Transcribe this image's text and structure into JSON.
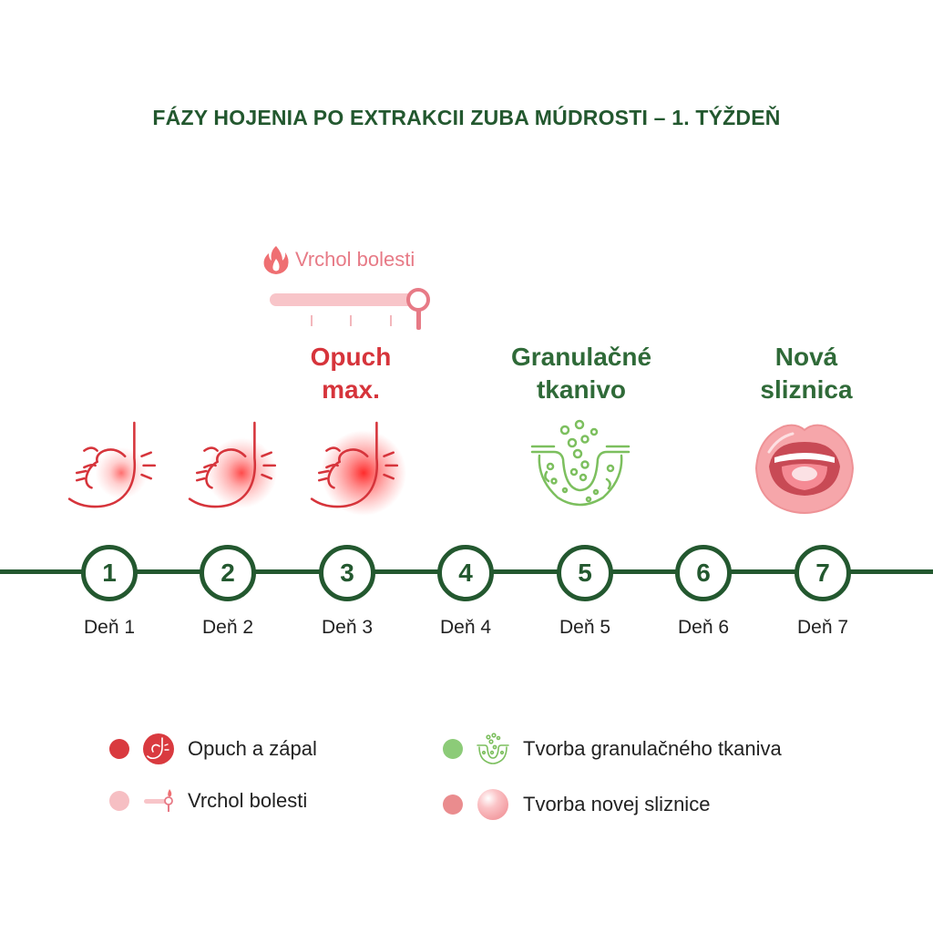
{
  "title": "FÁZY HOJENIA PO EXTRAKCII ZUBA MÚDROSTI – 1. TÝŽDEŇ",
  "pain_peak": {
    "label": "Vrchol bolesti"
  },
  "phases": {
    "swelling": {
      "line1": "Opuch",
      "line2": "max."
    },
    "granulation": {
      "line1": "Granulačné",
      "line2": "tkanivo"
    },
    "mucosa": {
      "line1": "Nová",
      "line2": "sliznica"
    }
  },
  "days": [
    {
      "number": "1",
      "label": "Deň 1"
    },
    {
      "number": "2",
      "label": "Deň 2"
    },
    {
      "number": "3",
      "label": "Deň 3"
    },
    {
      "number": "4",
      "label": "Deň 4"
    },
    {
      "number": "5",
      "label": "Deň 5"
    },
    {
      "number": "6",
      "label": "Deň 6"
    },
    {
      "number": "7",
      "label": "Deň 7"
    }
  ],
  "legend": [
    {
      "label": "Opuch a zápal",
      "color": "#d93a3f",
      "icon": "swollen-cheek-icon"
    },
    {
      "label": "Tvorba granulačného tkaniva",
      "color": "#8ccb78",
      "icon": "granulation-tissue-icon"
    },
    {
      "label": "Vrchol bolesti",
      "color": "#f6bfc3",
      "icon": "thermometer-icon"
    },
    {
      "label": "Tvorba novej sliznice",
      "color": "#ea8c8e",
      "icon": "mucosa-bubble-icon"
    }
  ],
  "colors": {
    "primary_green": "#23582f",
    "inflammation_red": "#d6343b",
    "pain_pink": "#e77a86",
    "granulation_green": "#7cbf5e"
  }
}
